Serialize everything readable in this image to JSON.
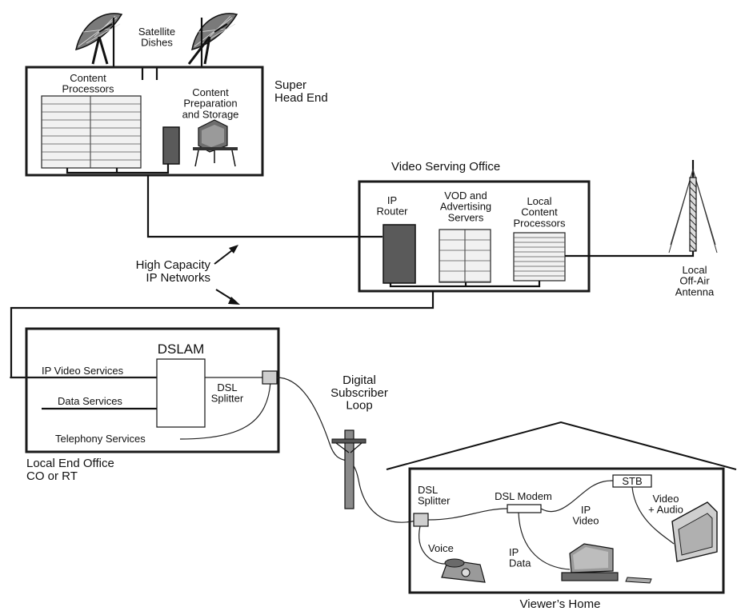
{
  "super_head_end": {
    "title": "Super\nHead End",
    "satellite_label": "Satellite\nDishes",
    "content_processors_label": "Content\nProcessors",
    "content_prep_label": "Content\nPreparation\nand Storage"
  },
  "video_serving_office": {
    "title": "Video Serving Office",
    "ip_router_label": "IP\nRouter",
    "vod_label": "VOD and\nAdvertising\nServers",
    "local_content_label": "Local\nContent\nProcessors"
  },
  "antenna": {
    "label": "Local\nOff-Air\nAntenna"
  },
  "networks": {
    "label": "High Capacity\nIP Networks"
  },
  "local_end_office": {
    "title": "Local End Office\nCO or RT",
    "dslam_label": "DSLAM",
    "ip_video_services": "IP Video Services",
    "data_services": "Data Services",
    "telephony_services": "Telephony Services",
    "dsl_splitter_label": "DSL\nSplitter"
  },
  "loop": {
    "label": "Digital\nSubscriber\nLoop"
  },
  "viewers_home": {
    "title": "Viewer’s Home",
    "dsl_splitter_label": "DSL\nSplitter",
    "dsl_modem_label": "DSL Modem",
    "stb_label": "STB",
    "ip_video_label": "IP\nVideo",
    "video_audio_label": "Video\n+ Audio",
    "voice_label": "Voice",
    "ip_data_label": "IP\nData"
  }
}
